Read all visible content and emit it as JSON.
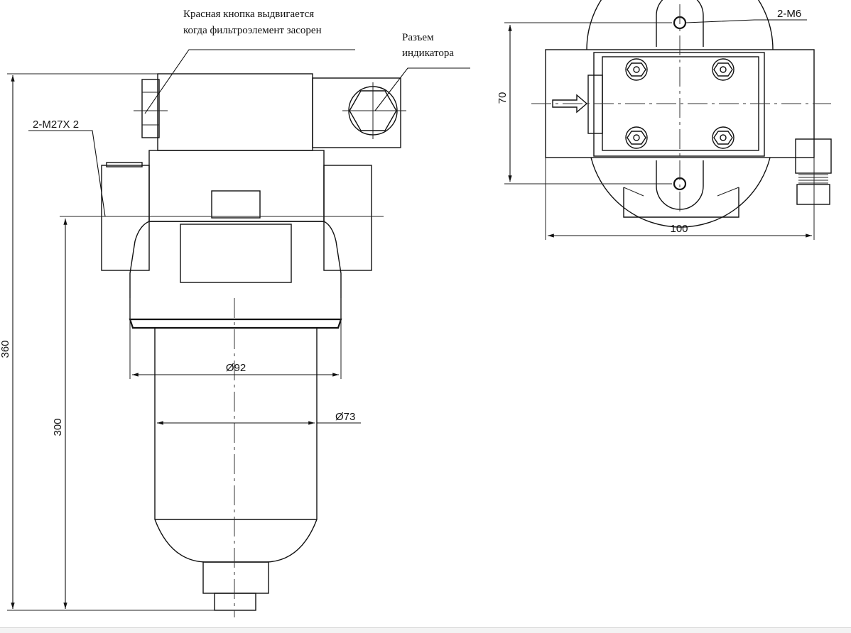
{
  "notes": {
    "red_button_line1": "Красная кнопка выдвигается",
    "red_button_line2": "когда фильтроэлемент засорен",
    "connector_line1": "Разъем",
    "connector_line2": "индикатора"
  },
  "dimensions": {
    "thread_ports": "2-M27X 2",
    "mount_holes": "2-M6",
    "total_height": "360",
    "body_height": "300",
    "bowl_diameter": "Ø92",
    "element_diameter": "Ø73",
    "top_view_height": "70",
    "top_view_width": "100"
  }
}
